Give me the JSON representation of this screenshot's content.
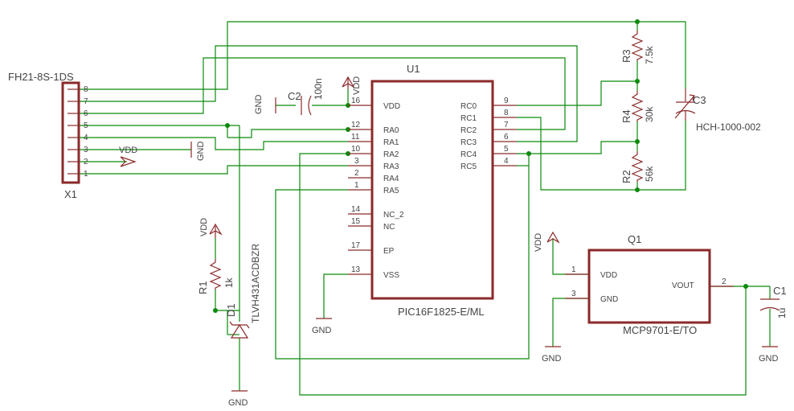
{
  "components": {
    "x1": {
      "ref": "X1",
      "value": "FH21-8S-1DS",
      "pins": [
        "8",
        "7",
        "6",
        "5",
        "4",
        "3",
        "2",
        "1"
      ]
    },
    "u1": {
      "ref": "U1",
      "value": "PIC16F1825-E/ML",
      "left_pins": [
        {
          "num": "16",
          "name": "VDD"
        },
        {
          "num": "12",
          "name": "RA0"
        },
        {
          "num": "11",
          "name": "RA1"
        },
        {
          "num": "10",
          "name": "RA2"
        },
        {
          "num": "3",
          "name": "RA3"
        },
        {
          "num": "2",
          "name": "RA4"
        },
        {
          "num": "1",
          "name": "RA5"
        },
        {
          "num": "14",
          "name": "NC_2"
        },
        {
          "num": "15",
          "name": "NC"
        },
        {
          "num": "17",
          "name": "EP"
        },
        {
          "num": "13",
          "name": "VSS"
        }
      ],
      "right_pins": [
        {
          "num": "9",
          "name": "RC0"
        },
        {
          "num": "8",
          "name": "RC1"
        },
        {
          "num": "7",
          "name": "RC2"
        },
        {
          "num": "6",
          "name": "RC3"
        },
        {
          "num": "5",
          "name": "RC4"
        },
        {
          "num": "4",
          "name": "RC5"
        }
      ]
    },
    "q1": {
      "ref": "Q1",
      "value": "MCP9701-E/TO",
      "pins": [
        {
          "num": "1",
          "name": "VDD"
        },
        {
          "num": "3",
          "name": "GND"
        },
        {
          "num": "2",
          "name": "VOUT"
        }
      ]
    },
    "r1": {
      "ref": "R1",
      "value": "1k"
    },
    "r2": {
      "ref": "R2",
      "value": "56k"
    },
    "r3": {
      "ref": "R3",
      "value": "7.5k"
    },
    "r4": {
      "ref": "R4",
      "value": "30k"
    },
    "c1": {
      "ref": "C1",
      "value": "1u"
    },
    "c2": {
      "ref": "C2",
      "value": "100n"
    },
    "c3": {
      "ref": "C3",
      "value": "HCH-1000-002"
    },
    "d1": {
      "ref": "D1",
      "value": "TLVH431ACDBZR"
    }
  },
  "supplies": {
    "vdd": "VDD",
    "gnd": "GND"
  }
}
